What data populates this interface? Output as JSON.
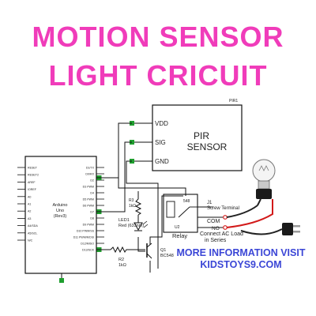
{
  "title": {
    "line1": "MOTION SENSOR",
    "line2": "LIGHT CRICUIT"
  },
  "pir": {
    "ref": "PIR1",
    "name_line1": "PIR",
    "name_line2": "SENSOR",
    "pins": [
      "VDD",
      "SIG",
      "GND"
    ]
  },
  "arduino": {
    "name_line1": "Arduino",
    "name_line2": "Uno",
    "name_line3": "(Rev3)",
    "left_pins": [
      "RESET",
      "RESET2",
      "AREF",
      "IOREF",
      "A0",
      "A1",
      "A2",
      "A3",
      "A4/SDA",
      "A5/SCL",
      "N/C"
    ],
    "right_pins": [
      "D1/TX",
      "D0/RX",
      "D2",
      "D3 PWM",
      "D4",
      "D5 PWM",
      "D6 PWM",
      "D7",
      "D8",
      "D9 PWM",
      "D10 PWM/SS",
      "D11 PWM/MOSI",
      "D12/MISO",
      "D13/SCK"
    ]
  },
  "components": {
    "r3_ref": "R3",
    "r3_val": "1kΩ",
    "led_ref": "LED1",
    "led_val": "Red (633nm)",
    "r2_ref": "R2",
    "r2_val": "1kΩ",
    "q1_ref": "Q1",
    "q1_val": "BC548",
    "relay_code": "U2",
    "relay_label": "Relay",
    "relay_pin": "548"
  },
  "terminal": {
    "ref": "J1",
    "label": "Screw Terminal",
    "com": "COM",
    "no": "NO",
    "note_line1": "Connect AC Load",
    "note_line2": "in Series"
  },
  "info": {
    "line1": "MORE INFORMATION VISIT",
    "line2": "KIDSTOYS9.COM"
  },
  "colors": {
    "title": "#f03cba",
    "info": "#3b46d6",
    "wire": "#111111",
    "pin_marker": "#1f9e2e",
    "cable": "#222222",
    "cable_red": "#d21a1a"
  }
}
